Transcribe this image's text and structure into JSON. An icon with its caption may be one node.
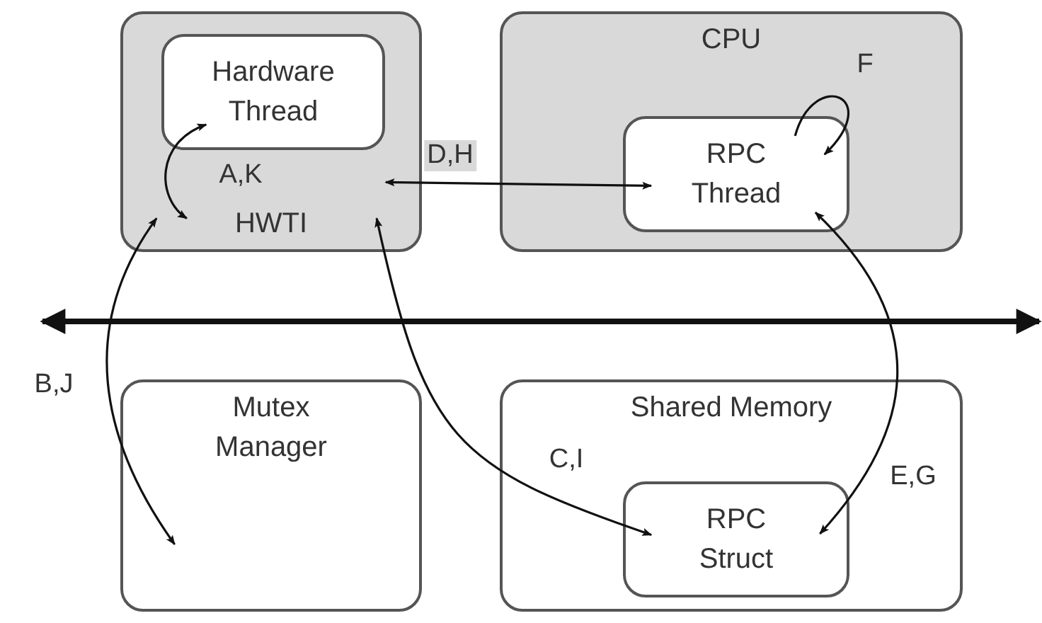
{
  "diagram": {
    "nodes": [
      {
        "text": [
          "HWTI"
        ]
      },
      {
        "text": [
          "Hardware Thread"
        ],
        "in": 0
      },
      {
        "text": [
          "CPU"
        ]
      },
      {
        "text": [
          "RPC Thread"
        ],
        "in": 2
      },
      {
        "text": [
          "Mutex Manager"
        ]
      },
      {
        "text": [
          "Shared Memory"
        ]
      },
      {
        "text": [
          "RPC Struct"
        ],
        "in": 5
      }
    ],
    "edges": [
      {
        "from": 1,
        "to": 0,
        "arrow": "both",
        "label": "A,K"
      },
      {
        "from": 0,
        "to": 3,
        "arrow": "both",
        "label": "D,H"
      },
      {
        "from": 3,
        "to": 3,
        "arrow": "to",
        "label": "F"
      },
      {
        "from": 0,
        "to": 4,
        "arrow": "both",
        "label": "B,J"
      },
      {
        "from": 0,
        "to": 6,
        "arrow": "both",
        "label": "C,I"
      },
      {
        "from": 3,
        "to": 6,
        "arrow": "both",
        "label": "E,G"
      }
    ]
  }
}
